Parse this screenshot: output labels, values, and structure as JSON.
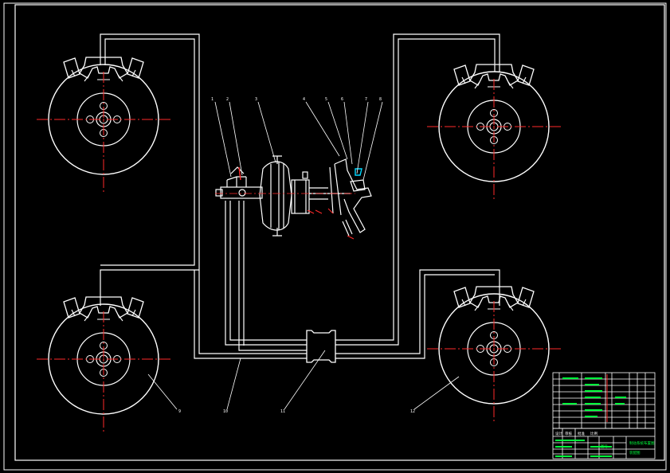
{
  "drawing": {
    "background": "#000000",
    "line_color": "#ffffff",
    "centerline_color": "#ff2a2a",
    "title_block_accent": "#00ff3c",
    "brakes": [
      "front-left",
      "front-right",
      "rear-left",
      "rear-right"
    ],
    "booster_callouts": [
      "1",
      "2",
      "3",
      "4",
      "5",
      "6",
      "7",
      "8"
    ],
    "pipe_callouts": [
      "9",
      "10",
      "11",
      "12"
    ]
  },
  "title_block": {
    "row_labels": [
      "设计",
      "审核",
      "批准",
      "比例"
    ],
    "sheet_text": "图号",
    "school_text": "制动系统布置图",
    "part_text": "装配图"
  }
}
